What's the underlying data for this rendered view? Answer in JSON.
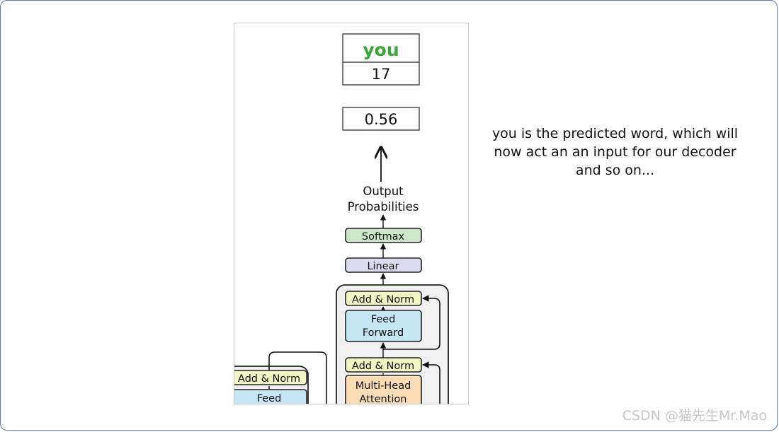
{
  "diagram": {
    "output_token": {
      "word": "you",
      "id": "17",
      "word_color": "#3aa635"
    },
    "probability": "0.56",
    "output_probabilities_label": [
      "Output",
      "Probabilities"
    ],
    "decoder": {
      "softmax": "Softmax",
      "linear": "Linear",
      "add_norm_top": "Add & Norm",
      "feed_forward": [
        "Feed",
        "Forward"
      ],
      "add_norm_mid": "Add & Norm",
      "multi_head_attention": [
        "Multi-Head",
        "Attention"
      ]
    },
    "encoder": {
      "add_norm": "Add & Norm",
      "feed": "Feed"
    },
    "colors": {
      "softmax_fill": "#cde8c8",
      "linear_fill": "#dcdcf0",
      "add_norm_fill": "#f3f5c4",
      "feed_forward_fill": "#c5e6f5",
      "attention_fill": "#fbdcb6",
      "stack_fill": "#f0f0f0"
    }
  },
  "caption": "you is the predicted word, which will\nnow act an an input for our decoder\nand so on...",
  "watermark": "CSDN @猫先生Mr.Mao"
}
